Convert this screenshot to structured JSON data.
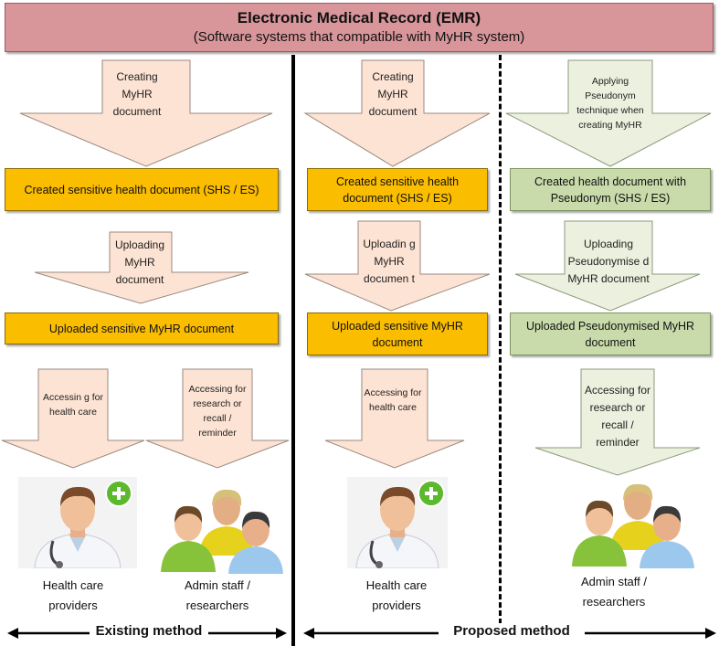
{
  "header": {
    "title": "Electronic Medical Record (EMR)",
    "subtitle": "(Software systems that compatible with MyHR system)"
  },
  "existing": {
    "arrow1": "Creating MyHR document",
    "box1": "Created sensitive health document (SHS / ES)",
    "arrow2": "Uploading MyHR document",
    "box2": "Uploaded sensitive MyHR document",
    "arrow3a": "Accessin g for health care",
    "arrow3b": "Accessing for research or recall / reminder",
    "role1": "Health care providers",
    "role2": "Admin staff / researchers",
    "label": "Existing method"
  },
  "proposed": {
    "arrow1a": "Creating MyHR document",
    "arrow1b": "Applying Pseudonym technique when creating MyHR",
    "box1a": "Created sensitive health document (SHS / ES)",
    "box1b": "Created health document with Pseudonym (SHS / ES)",
    "arrow2a": "Uploadin g MyHR documen t",
    "arrow2b": "Uploading Pseudonymise d MyHR document",
    "box2a": "Uploaded sensitive MyHR document",
    "box2b": "Uploaded Pseudonymised MyHR document",
    "arrow3a": "Accessing for health care",
    "arrow3b": "Accessing for research or recall / reminder",
    "role1": "Health care providers",
    "role2": "Admin staff / researchers",
    "label": "Proposed method"
  },
  "colors": {
    "banner": "#d9969a",
    "orange_box": "#fbbd00",
    "green_box": "#c9dbab",
    "peach_arrow": "#fde3d3",
    "green_arrow": "#ebf1de"
  },
  "icons": [
    "doctor-icon",
    "plus-badge-icon",
    "user-group-icon"
  ]
}
